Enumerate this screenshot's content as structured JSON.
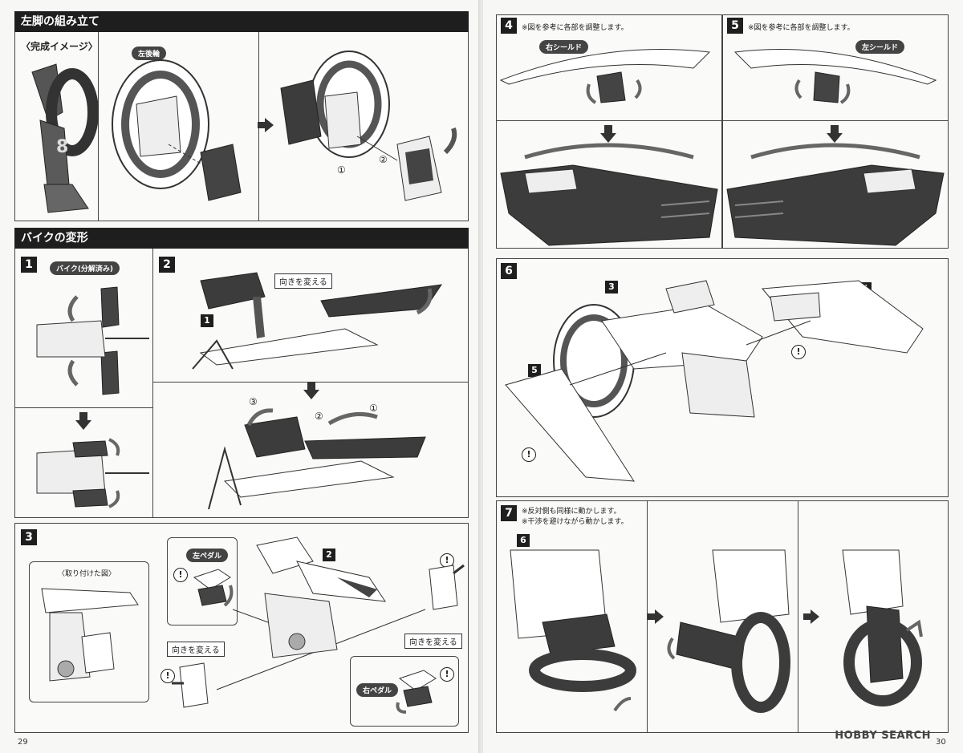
{
  "left_page": {
    "page_number": "29",
    "section1": {
      "title": "左脚の組み立て",
      "subtitle": "〈完成イメージ〉",
      "label_rear_wheel": "左後輪",
      "step_markers": [
        "①",
        "②"
      ]
    },
    "section2": {
      "title": "バイクの変形",
      "step1": {
        "number": "1",
        "label": "バイク(分解済み)"
      },
      "step2": {
        "number": "2",
        "ref": "1",
        "callout": "向きを変える",
        "step_markers": [
          "③",
          "②",
          "①"
        ]
      },
      "step3": {
        "number": "3",
        "attached_view": "〈取り付けた図〉",
        "left_pedal": "左ペダル",
        "right_pedal": "右ペダル",
        "callout_left": "向きを変える",
        "callout_right": "向きを変える",
        "ref": "2"
      }
    }
  },
  "right_page": {
    "page_number": "30",
    "step4": {
      "number": "4",
      "note": "※図を参考に各部を調整します。",
      "label": "右シールド"
    },
    "step5": {
      "number": "5",
      "note": "※図を参考に各部を調整します。",
      "label": "左シールド"
    },
    "step6": {
      "number": "6",
      "refs": [
        "3",
        "4",
        "5"
      ]
    },
    "step7": {
      "number": "7",
      "notes": [
        "※反対側も同様に動かします。",
        "※干渉を避けながら動かします。"
      ],
      "ref": "6"
    },
    "watermark": "HOBBY SEARCH"
  },
  "icons": {
    "warning": "!"
  },
  "colors": {
    "header_bg": "#1e1e1e",
    "part_dark": "#3c3c3c",
    "line": "#333333"
  }
}
